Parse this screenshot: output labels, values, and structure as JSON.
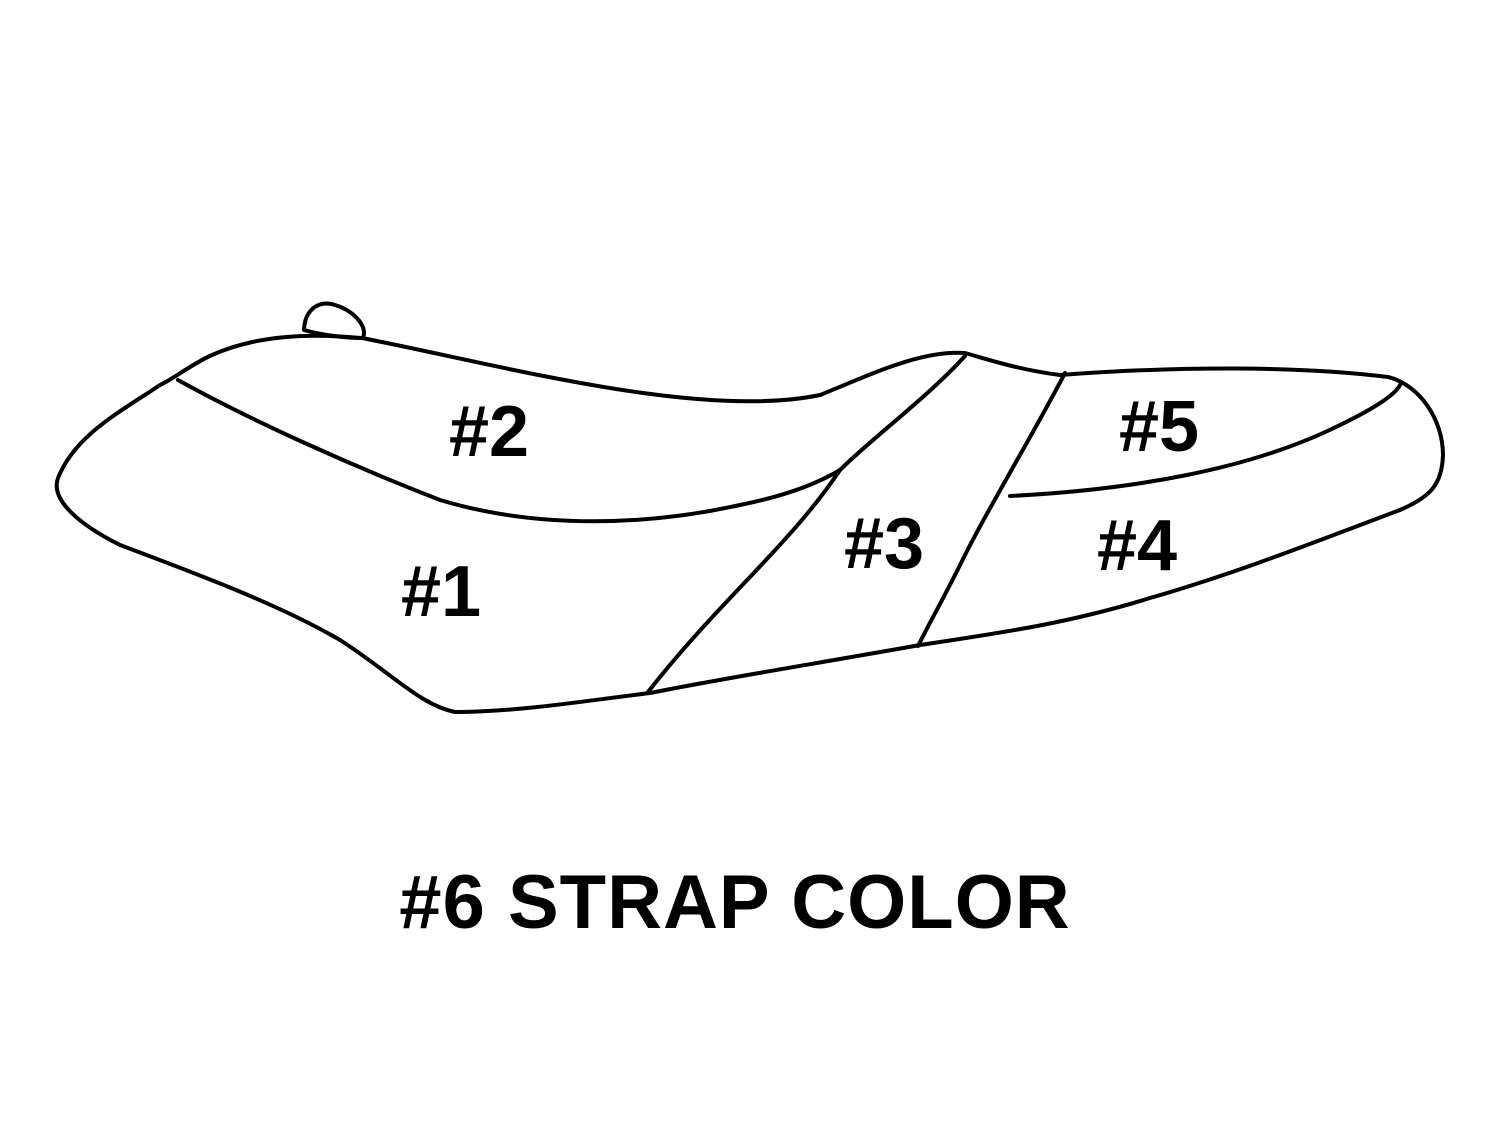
{
  "diagram": {
    "panels": [
      {
        "label": "#1"
      },
      {
        "label": "#2"
      },
      {
        "label": "#3"
      },
      {
        "label": "#4"
      },
      {
        "label": "#5"
      }
    ],
    "strap_label": "#6 STRAP COLOR"
  }
}
